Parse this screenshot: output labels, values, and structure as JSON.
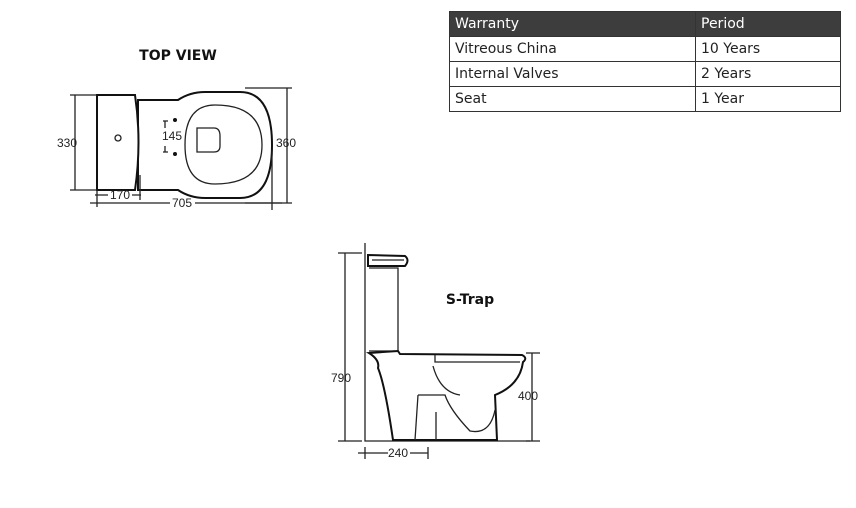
{
  "warranty_table": {
    "headers": [
      "Warranty",
      "Period"
    ],
    "rows": [
      [
        "Vitreous China",
        "10 Years"
      ],
      [
        "Internal Valves",
        "2 Years"
      ],
      [
        "Seat",
        "1 Year"
      ]
    ]
  },
  "top_view": {
    "title": "TOP VIEW",
    "dims": {
      "width_tank": "330",
      "width_bowl": "360",
      "tank_depth": "170",
      "length": "705",
      "fixing": "145"
    }
  },
  "side_view": {
    "title": "S-Trap",
    "dims": {
      "height": "790",
      "seat_height": "400",
      "outlet": "240"
    }
  }
}
